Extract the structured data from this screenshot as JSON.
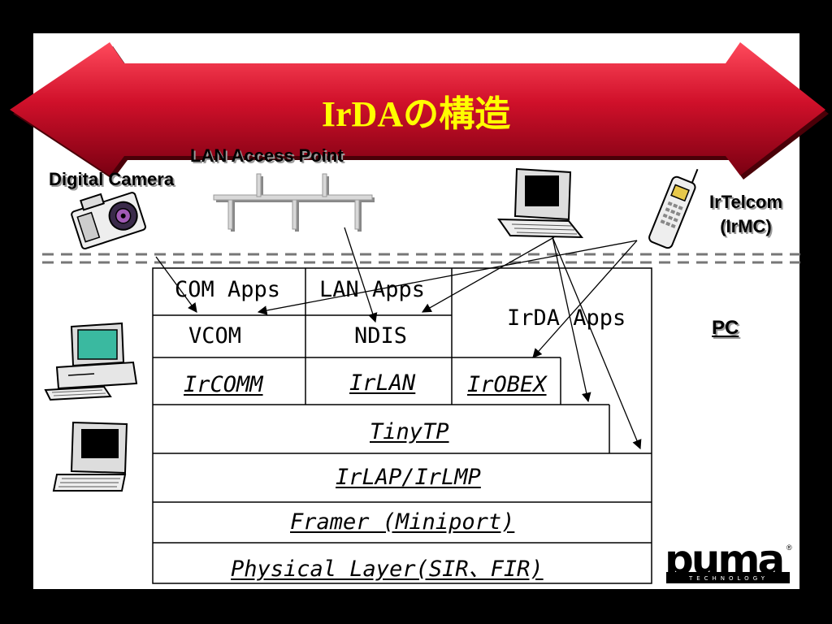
{
  "title": "IrDAの構造",
  "devices": {
    "lan_access_point": "LAN Access Point",
    "digital_camera": "Digital Camera",
    "irtelcom_line1": "IrTelcom",
    "irtelcom_line2": "(IrMC)",
    "pc": "PC"
  },
  "stack": {
    "com_apps": "COM Apps",
    "lan_apps": "LAN Apps",
    "irda_apps": "IrDA Apps",
    "vcom": "VCOM",
    "ndis": "NDIS",
    "ircomm": "IrCOMM",
    "irlan": "IrLAN",
    "irobex": "IrOBEX",
    "tinytp": "TinyTP",
    "irlap_irlmp": "IrLAP/IrLMP",
    "framer": "Framer (Miniport)",
    "physical": "Physical Layer(SIR、FIR) "
  },
  "logo": {
    "name": "puma",
    "sub": "TECHNOLOGY",
    "reg": "®"
  },
  "colors": {
    "arrow_red": "#c8102e",
    "title_yellow": "#ffff00",
    "background": "#000000",
    "slide": "#ffffff"
  }
}
